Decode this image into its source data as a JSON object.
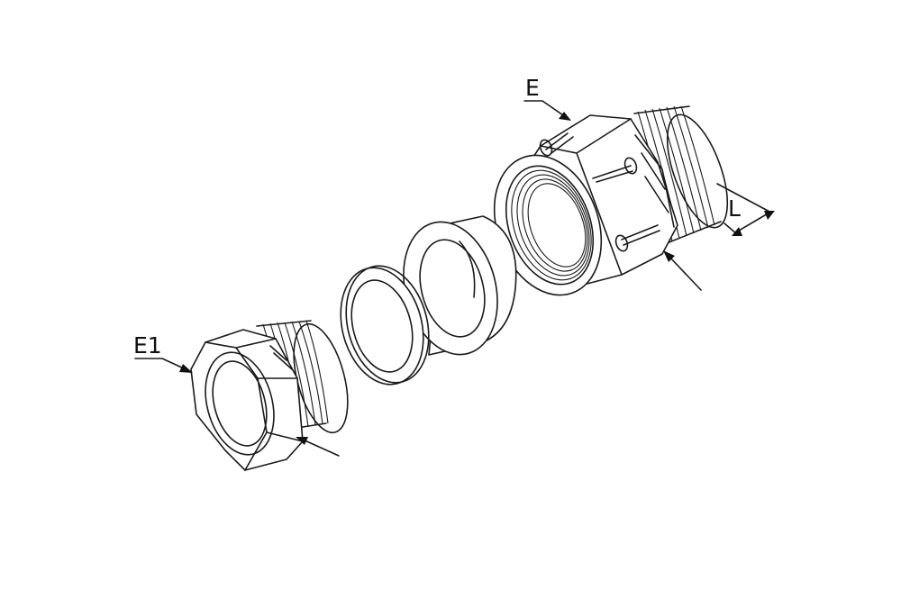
{
  "labels": {
    "e": "E",
    "e1": "E1",
    "l": "L"
  },
  "colors": {
    "line": "#1a1a1a",
    "background": "#ffffff"
  }
}
